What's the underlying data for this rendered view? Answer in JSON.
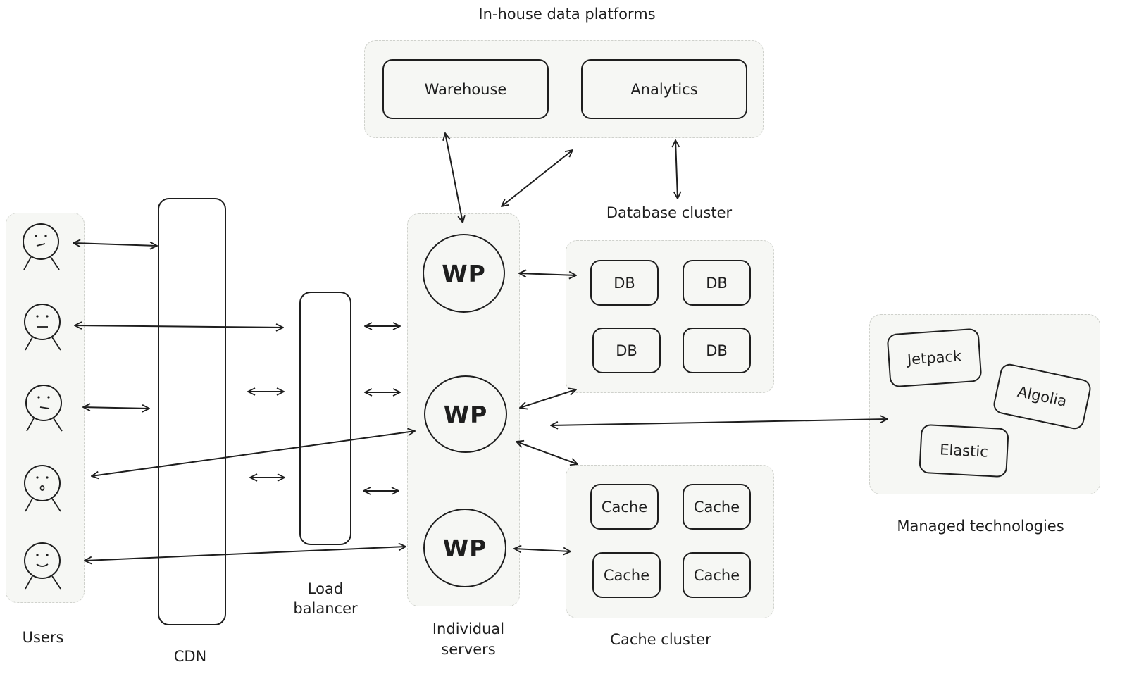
{
  "labels": {
    "inhouse": "In-house data platforms",
    "database_cluster": "Database cluster",
    "users": "Users",
    "cdn": "CDN",
    "load_balancer_1": "Load",
    "load_balancer_2": "balancer",
    "servers_1": "Individual",
    "servers_2": "servers",
    "cache_cluster": "Cache cluster",
    "managed": "Managed technologies"
  },
  "platforms": {
    "warehouse": "Warehouse",
    "analytics": "Analytics"
  },
  "servers": [
    "WP",
    "WP",
    "WP"
  ],
  "databases": [
    "DB",
    "DB",
    "DB",
    "DB"
  ],
  "caches": [
    "Cache",
    "Cache",
    "Cache",
    "Cache"
  ],
  "managed": {
    "jetpack": "Jetpack",
    "algolia": "Algolia",
    "elastic": "Elastic"
  },
  "colors": {
    "stroke": "#1e1e1e",
    "fill": "#f6f7f4",
    "group_border": "#cfd1cc"
  }
}
